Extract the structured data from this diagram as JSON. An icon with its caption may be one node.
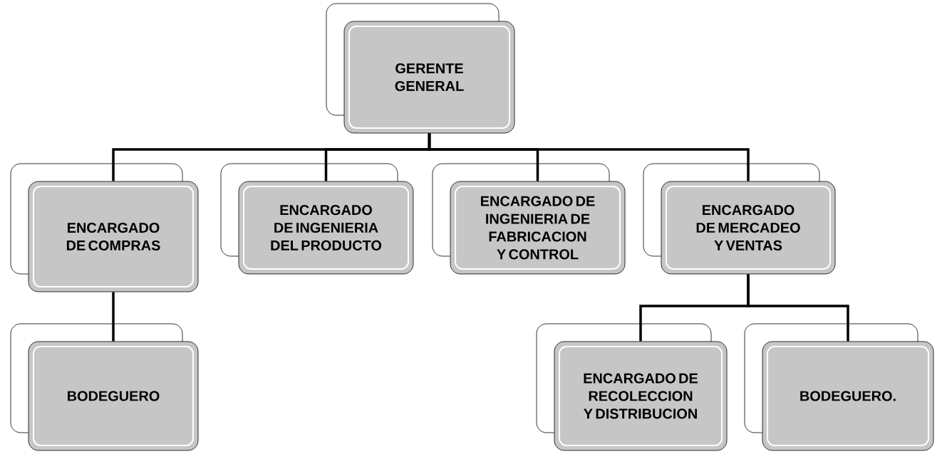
{
  "diagram": {
    "nodes": [
      {
        "text": [
          "GERENTE GENERAL"
        ]
      },
      {
        "text": [
          "ENCARGADO DE COMPRAS"
        ]
      },
      {
        "text": [
          "ENCARGADO DE INGENIERIA DEL PRODUCTO"
        ]
      },
      {
        "text": [
          "ENCARGADO DE INGENIERIA DE FABRICACION Y CONTROL"
        ]
      },
      {
        "text": [
          "ENCARGADO DE MERCADEO Y VENTAS"
        ]
      },
      {
        "text": [
          "BODEGUERO"
        ]
      },
      {
        "text": [
          "ENCARGADO DE RECOLECCION Y DISTRIBUCION"
        ]
      },
      {
        "text": [
          "BODEGUERO."
        ]
      }
    ],
    "edges": [
      {
        "from": 0,
        "to": 1,
        "arrow": "none"
      },
      {
        "from": 0,
        "to": 2,
        "arrow": "none"
      },
      {
        "from": 0,
        "to": 3,
        "arrow": "none"
      },
      {
        "from": 0,
        "to": 4,
        "arrow": "none"
      },
      {
        "from": 1,
        "to": 5,
        "arrow": "none"
      },
      {
        "from": 4,
        "to": 6,
        "arrow": "none"
      },
      {
        "from": 4,
        "to": 7,
        "arrow": "none"
      }
    ]
  }
}
